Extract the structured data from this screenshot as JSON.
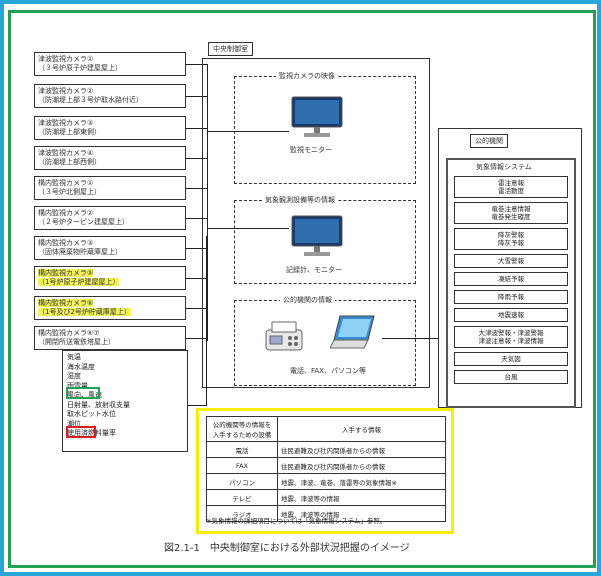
{
  "cameras": [
    {
      "l1": "津波監視カメラ①",
      "l2": "（３号炉原子炉建屋屋上）",
      "hl": false
    },
    {
      "l1": "津波監視カメラ②",
      "l2": "（防潮堤上部３号炉取水路付近）",
      "hl": false
    },
    {
      "l1": "津波監視カメラ③",
      "l2": "（防潮堤上部東側）",
      "hl": false
    },
    {
      "l1": "津波監視カメラ④",
      "l2": "（防潮堤上部西側）",
      "hl": false
    },
    {
      "l1": "構内監視カメラ①",
      "l2": "（３号炉北側屋上）",
      "hl": false
    },
    {
      "l1": "構内監視カメラ②",
      "l2": "（２号炉タービン建屋屋上）",
      "hl": false
    },
    {
      "l1": "構内監視カメラ③",
      "l2": "（固体廃棄物貯蔵庫屋上）",
      "hl": false
    },
    {
      "l1": "構内監視カメラ⑤",
      "l2": "（1号炉原子炉建屋屋上）",
      "hl": true
    },
    {
      "l1": "構内監視カメラ⑥",
      "l2": "（1号及び2号炉貯蔵庫屋上）",
      "hl": true
    },
    {
      "l1": "構内監視カメラ⑥⑦",
      "l2": "（開閉所送電鉄塔屋上）",
      "hl": false
    }
  ],
  "room": {
    "title": "中央制御室",
    "camera_section": "監視カメラの映像",
    "camera_monitor": "監視モニター",
    "meteo_section": "気象観測設備等の情報",
    "meteo_monitor": "記録計、モニター",
    "public_section": "公的機関の情報",
    "devices": "電話、FAX、パソコン等"
  },
  "public": {
    "title": "公的機関",
    "system": "気象情報システム",
    "items": [
      {
        "l1": "雷注意報",
        "l2": "雷活動度"
      },
      {
        "l1": "竜巻注意情報",
        "l2": "竜巻発生確度"
      },
      {
        "l1": "降灰警報",
        "l2": "降灰予報"
      },
      {
        "l1": "大雪警報",
        "l2": ""
      },
      {
        "l1": "凍結予報",
        "l2": ""
      },
      {
        "l1": "降雨予報",
        "l2": ""
      },
      {
        "l1": "地震速報",
        "l2": ""
      },
      {
        "l1": "大津波警報・津波警報",
        "l2": "津波注意報・津波情報"
      },
      {
        "l1": "天気図",
        "l2": ""
      },
      {
        "l1": "台風",
        "l2": ""
      }
    ]
  },
  "weather_items": [
    "気温",
    "海水温度",
    "湿度",
    "雨雪量",
    "風向、風速",
    "日射量、放射収支量",
    "取水ピット水位",
    "潮位",
    "使用済燃料量率"
  ],
  "table": {
    "header_device": "公的機関等の情報を入手するための設備",
    "header_info": "入手する情報",
    "rows": [
      {
        "device": "電話",
        "info": "住民避難及び社内関係者からの情報"
      },
      {
        "device": "FAX",
        "info": "住民避難及び社内関係者からの情報"
      },
      {
        "device": "パソコン",
        "info": "地震、津波、竜巻、落雷等の気象情報※"
      },
      {
        "device": "テレビ",
        "info": "地震、津波等の情報"
      },
      {
        "device": "ラジオ",
        "info": "地震、津波等の情報"
      }
    ],
    "note": "※気象情報の詳細項目については「気象情報システム」参照。"
  },
  "caption": "図2.1-1　中央制御室における外部状況把握のイメージ",
  "colors": {
    "outer": "#2aa6d8",
    "green": "#22a055",
    "yellow": "#f5f000",
    "highlight": "#f3f35a",
    "red": "#d81e1e"
  }
}
